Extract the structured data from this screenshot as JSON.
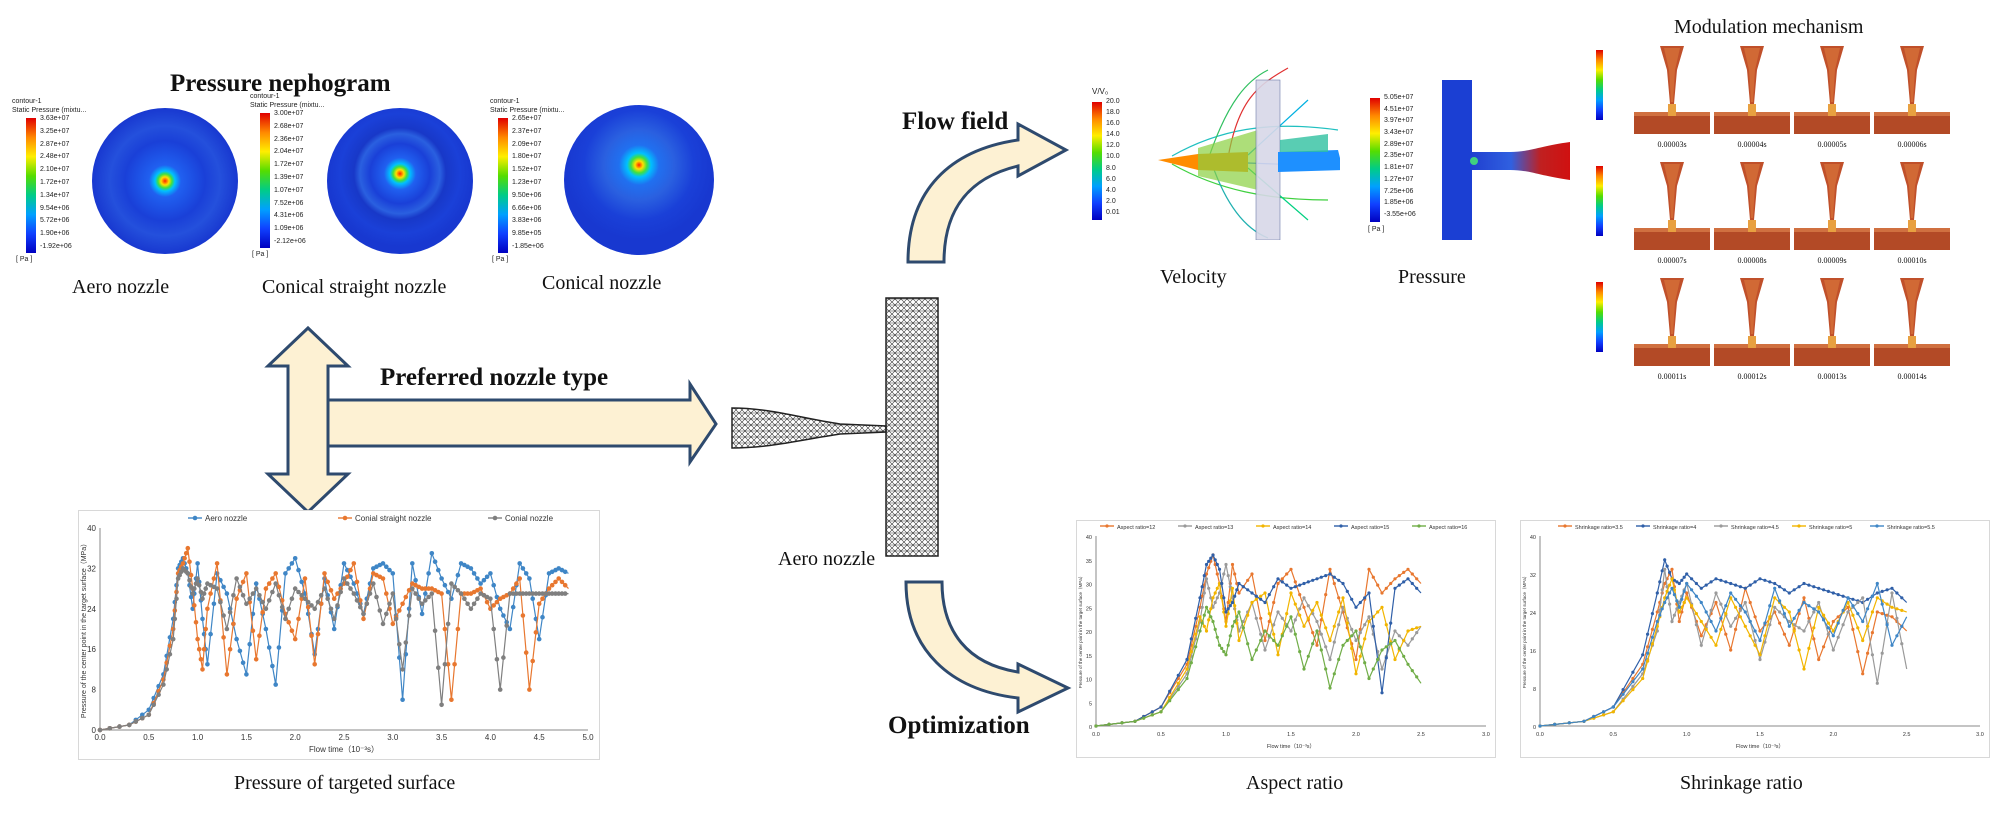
{
  "figure": {
    "pressure_nephogram_title": "Pressure nephogram",
    "preferred_nozzle_label": "Preferred nozzle type",
    "flow_field_label": "Flow field",
    "optimization_label": "Optimization",
    "aero_nozzle_center_label": "Aero nozzle",
    "velocity_caption": "Velocity",
    "pressure_caption": "Pressure",
    "modulation_title": "Modulation mechanism",
    "pressure_surface_caption": "Pressure of targeted surface",
    "aspect_ratio_caption": "Aspect ratio",
    "shrinkage_ratio_caption": "Shrinkage ratio"
  },
  "nephograms": [
    {
      "caption": "Aero nozzle",
      "legend_title": "contour-1",
      "legend_sub": "Static Pressure (mixtu...",
      "unit": "[ Pa ]",
      "values": [
        "3.63e+07",
        "3.25e+07",
        "2.87e+07",
        "2.48e+07",
        "2.10e+07",
        "1.72e+07",
        "1.34e+07",
        "9.54e+06",
        "5.72e+06",
        "1.90e+06",
        "-1.92e+06"
      ]
    },
    {
      "caption": "Conical straight nozzle",
      "legend_title": "contour-1",
      "legend_sub": "Static Pressure (mixtu...",
      "unit": "[ Pa ]",
      "values": [
        "3.00e+07",
        "2.68e+07",
        "2.36e+07",
        "2.04e+07",
        "1.72e+07",
        "1.39e+07",
        "1.07e+07",
        "7.52e+06",
        "4.31e+06",
        "1.09e+06",
        "-2.12e+06"
      ]
    },
    {
      "caption": "Conical nozzle",
      "legend_title": "contour-1",
      "legend_sub": "Static Pressure (mixtu...",
      "unit": "[ Pa ]",
      "values": [
        "2.65e+07",
        "2.37e+07",
        "2.09e+07",
        "1.80e+07",
        "1.52e+07",
        "1.23e+07",
        "9.50e+06",
        "6.66e+06",
        "3.83e+06",
        "9.85e+05",
        "-1.85e+06"
      ]
    }
  ],
  "velocity_legend": {
    "title": "V/V₀",
    "values": [
      "20.0",
      "18.0",
      "16.0",
      "14.0",
      "12.0",
      "10.0",
      "8.0",
      "6.0",
      "4.0",
      "2.0",
      "0.01"
    ]
  },
  "pressure_legend": {
    "unit": "[ Pa ]",
    "values": [
      "5.05e+07",
      "4.51e+07",
      "3.97e+07",
      "3.43e+07",
      "2.89e+07",
      "2.35e+07",
      "1.81e+07",
      "1.27e+07",
      "7.25e+06",
      "1.85e+06",
      "-3.55e+06"
    ]
  },
  "modulation_times": [
    [
      "0.00003s",
      "0.00004s",
      "0.00005s",
      "0.00006s"
    ],
    [
      "0.00007s",
      "0.00008s",
      "0.00009s",
      "0.00010s"
    ],
    [
      "0.00011s",
      "0.00012s",
      "0.00013s",
      "0.00014s"
    ]
  ],
  "chart_data": [
    {
      "type": "line",
      "name": "pressure_targeted_surface",
      "xlabel": "Flow time（10⁻³s）",
      "ylabel": "Pressure of the center point in the target surface（MPa）",
      "xlim": [
        0,
        5
      ],
      "ylim": [
        0,
        40
      ],
      "xticks": [
        "0.0",
        "0.5",
        "1.0",
        "1.5",
        "2.0",
        "2.5",
        "3.0",
        "3.5",
        "4.0",
        "4.5",
        "5.0"
      ],
      "yticks": [
        "0",
        "8",
        "16",
        "24",
        "32",
        "40"
      ],
      "series": [
        {
          "name": "Aero nozzle",
          "color": "#3f86c6",
          "x": [
            0,
            0.3,
            0.5,
            0.65,
            0.75,
            0.8,
            0.85,
            0.9,
            0.95,
            1.0,
            1.05,
            1.1,
            1.2,
            1.3,
            1.4,
            1.5,
            1.6,
            1.7,
            1.8,
            1.9,
            2.0,
            2.1,
            2.2,
            2.3,
            2.4,
            2.5,
            2.6,
            2.7,
            2.8,
            2.9,
            3.0,
            3.1,
            3.2,
            3.3,
            3.4,
            3.5,
            3.6,
            3.7,
            3.8,
            3.9,
            4.0,
            4.1,
            4.2,
            4.3,
            4.4,
            4.5,
            4.6,
            4.7,
            4.8
          ],
          "y": [
            0,
            1,
            4,
            11,
            22,
            32,
            34,
            31,
            24,
            33,
            22,
            13,
            31,
            27,
            18,
            11,
            29,
            20,
            9,
            31,
            34,
            27,
            15,
            30,
            20,
            33,
            29,
            23,
            32,
            33,
            31,
            6,
            33,
            23,
            35,
            30,
            26,
            33,
            32,
            29,
            31,
            24,
            20,
            33,
            30,
            18,
            31,
            32,
            31
          ]
        },
        {
          "name": "Conial straight nozzle",
          "color": "#e8772f",
          "x": [
            0,
            0.3,
            0.5,
            0.65,
            0.75,
            0.8,
            0.85,
            0.9,
            0.95,
            1.0,
            1.05,
            1.1,
            1.2,
            1.3,
            1.4,
            1.5,
            1.6,
            1.7,
            1.8,
            1.9,
            2.0,
            2.1,
            2.2,
            2.3,
            2.4,
            2.5,
            2.6,
            2.7,
            2.8,
            2.9,
            3.0,
            3.1,
            3.2,
            3.3,
            3.4,
            3.5,
            3.6,
            3.7,
            3.8,
            3.9,
            4.0,
            4.1,
            4.2,
            4.3,
            4.4,
            4.5,
            4.6,
            4.7,
            4.8
          ],
          "y": [
            0,
            1,
            3,
            10,
            20,
            31,
            33,
            36,
            28,
            18,
            12,
            24,
            33,
            11,
            26,
            31,
            14,
            28,
            31,
            23,
            18,
            30,
            13,
            31,
            26,
            29,
            33,
            22,
            31,
            30,
            21,
            25,
            29,
            28,
            28,
            27,
            6,
            27,
            27,
            28,
            24,
            26,
            27,
            30,
            8,
            25,
            28,
            30,
            28
          ]
        },
        {
          "name": "Conial nozzle",
          "color": "#7f7f7f",
          "x": [
            0,
            0.3,
            0.5,
            0.65,
            0.75,
            0.8,
            0.85,
            0.9,
            0.95,
            1.0,
            1.05,
            1.1,
            1.2,
            1.3,
            1.4,
            1.5,
            1.6,
            1.7,
            1.8,
            1.9,
            2.0,
            2.1,
            2.2,
            2.3,
            2.4,
            2.5,
            2.6,
            2.7,
            2.8,
            2.9,
            3.0,
            3.1,
            3.2,
            3.3,
            3.4,
            3.5,
            3.6,
            3.7,
            3.8,
            3.9,
            4.0,
            4.1,
            4.2,
            4.3,
            4.4,
            4.5,
            4.6,
            4.7,
            4.8
          ],
          "y": [
            0,
            1,
            3,
            9,
            18,
            30,
            32,
            31,
            27,
            30,
            26,
            29,
            28,
            20,
            30,
            25,
            28,
            24,
            29,
            22,
            28,
            26,
            24,
            28,
            22,
            30,
            27,
            23,
            29,
            21,
            27,
            12,
            28,
            25,
            27,
            5,
            29,
            27,
            24,
            27,
            26,
            8,
            27,
            27,
            27,
            27,
            27,
            27,
            27
          ]
        }
      ]
    },
    {
      "type": "line",
      "name": "aspect_ratio",
      "xlabel": "Flow time（10⁻³s）",
      "ylabel": "Pressure of the center point in the target surface（MPa）",
      "xlim": [
        0,
        3
      ],
      "ylim": [
        0,
        40
      ],
      "xticks": [
        "0.0",
        "0.5",
        "1.0",
        "1.5",
        "2.0",
        "2.5",
        "3.0"
      ],
      "yticks": [
        "0",
        "5",
        "10",
        "15",
        "20",
        "25",
        "30",
        "35",
        "40"
      ],
      "series": [
        {
          "name": "Aspect ratio=12",
          "color": "#e8772f",
          "x": [
            0,
            0.3,
            0.5,
            0.7,
            0.8,
            0.85,
            0.9,
            0.95,
            1.0,
            1.05,
            1.1,
            1.2,
            1.3,
            1.4,
            1.5,
            1.6,
            1.7,
            1.8,
            1.9,
            2.0,
            2.1,
            2.2,
            2.3,
            2.4,
            2.5
          ],
          "y": [
            0,
            1,
            4,
            13,
            25,
            32,
            36,
            30,
            22,
            34,
            28,
            32,
            18,
            30,
            33,
            25,
            17,
            33,
            24,
            14,
            33,
            28,
            31,
            33,
            30
          ]
        },
        {
          "name": "Aspect ratio=13",
          "color": "#9a9a9a",
          "x": [
            0,
            0.3,
            0.5,
            0.7,
            0.8,
            0.85,
            0.9,
            0.95,
            1.0,
            1.05,
            1.1,
            1.2,
            1.3,
            1.4,
            1.5,
            1.6,
            1.7,
            1.8,
            1.9,
            2.0,
            2.1,
            2.2,
            2.3,
            2.4,
            2.5
          ],
          "y": [
            0,
            1,
            3,
            11,
            22,
            31,
            25,
            28,
            34,
            27,
            20,
            26,
            16,
            24,
            20,
            27,
            22,
            14,
            25,
            18,
            23,
            12,
            20,
            17,
            21
          ]
        },
        {
          "name": "Aspect ratio=14",
          "color": "#f2b500",
          "x": [
            0,
            0.3,
            0.5,
            0.7,
            0.8,
            0.85,
            0.9,
            0.95,
            1.0,
            1.05,
            1.1,
            1.2,
            1.3,
            1.4,
            1.5,
            1.6,
            1.7,
            1.8,
            1.9,
            2.0,
            2.1,
            2.2,
            2.3,
            2.4,
            2.5
          ],
          "y": [
            0,
            1,
            3,
            12,
            23,
            20,
            27,
            30,
            21,
            29,
            18,
            26,
            28,
            15,
            28,
            21,
            26,
            18,
            27,
            11,
            22,
            25,
            14,
            20,
            21
          ]
        },
        {
          "name": "Aspect ratio=15",
          "color": "#2f5fa8",
          "x": [
            0,
            0.3,
            0.5,
            0.7,
            0.8,
            0.85,
            0.9,
            0.95,
            1.0,
            1.05,
            1.1,
            1.2,
            1.3,
            1.4,
            1.5,
            1.6,
            1.7,
            1.8,
            1.9,
            2.0,
            2.1,
            2.2,
            2.3,
            2.4,
            2.5
          ],
          "y": [
            0,
            1,
            4,
            14,
            27,
            34,
            36,
            33,
            24,
            26,
            30,
            28,
            26,
            31,
            29,
            30,
            31,
            32,
            30,
            25,
            28,
            7,
            29,
            31,
            28
          ]
        },
        {
          "name": "Aspect ratio=16",
          "color": "#70ad47",
          "x": [
            0,
            0.3,
            0.5,
            0.7,
            0.8,
            0.85,
            0.9,
            0.95,
            1.0,
            1.05,
            1.1,
            1.2,
            1.3,
            1.4,
            1.5,
            1.6,
            1.7,
            1.8,
            1.9,
            2.0,
            2.1,
            2.2,
            2.3,
            2.4,
            2.5
          ],
          "y": [
            0,
            1,
            3,
            10,
            20,
            25,
            22,
            17,
            15,
            21,
            24,
            14,
            20,
            17,
            23,
            12,
            20,
            8,
            17,
            20,
            10,
            16,
            18,
            13,
            9
          ]
        }
      ]
    },
    {
      "type": "line",
      "name": "shrinkage_ratio",
      "xlabel": "Flow time（10⁻³s）",
      "ylabel": "Pressure of the center point in the target surface（MPa）",
      "xlim": [
        0,
        3
      ],
      "ylim": [
        0,
        40
      ],
      "xticks": [
        "0.0",
        "0.5",
        "1.0",
        "1.5",
        "2.0",
        "2.5",
        "3.0"
      ],
      "yticks": [
        "0",
        "8",
        "16",
        "24",
        "32",
        "40"
      ],
      "series": [
        {
          "name": "Shrinkage ratio=3.5",
          "color": "#e8772f",
          "x": [
            0,
            0.3,
            0.5,
            0.7,
            0.8,
            0.85,
            0.9,
            0.95,
            1.0,
            1.1,
            1.2,
            1.3,
            1.4,
            1.5,
            1.6,
            1.7,
            1.8,
            1.9,
            2.0,
            2.1,
            2.2,
            2.3,
            2.4,
            2.5
          ],
          "y": [
            0,
            1,
            4,
            13,
            24,
            30,
            33,
            22,
            28,
            19,
            26,
            16,
            29,
            20,
            24,
            17,
            27,
            14,
            22,
            25,
            11,
            24,
            23,
            20
          ]
        },
        {
          "name": "Shrinkage ratio=4",
          "color": "#2f5fa8",
          "x": [
            0,
            0.3,
            0.5,
            0.7,
            0.8,
            0.85,
            0.9,
            0.95,
            1.0,
            1.1,
            1.2,
            1.3,
            1.4,
            1.5,
            1.6,
            1.7,
            1.8,
            1.9,
            2.0,
            2.1,
            2.2,
            2.3,
            2.4,
            2.5
          ],
          "y": [
            0,
            1,
            4,
            15,
            28,
            35,
            31,
            30,
            32,
            29,
            31,
            30,
            29,
            31,
            30,
            28,
            30,
            29,
            28,
            27,
            26,
            28,
            29,
            26
          ]
        },
        {
          "name": "Shrinkage ratio=4.5",
          "color": "#9a9a9a",
          "x": [
            0,
            0.3,
            0.5,
            0.7,
            0.8,
            0.85,
            0.9,
            0.95,
            1.0,
            1.1,
            1.2,
            1.3,
            1.4,
            1.5,
            1.6,
            1.7,
            1.8,
            1.9,
            2.0,
            2.1,
            2.2,
            2.3,
            2.4,
            2.5
          ],
          "y": [
            0,
            1,
            3,
            11,
            20,
            33,
            22,
            26,
            30,
            17,
            28,
            21,
            26,
            14,
            25,
            22,
            20,
            26,
            16,
            24,
            27,
            9,
            28,
            12
          ]
        },
        {
          "name": "Shrinkage ratio=5",
          "color": "#f2b500",
          "x": [
            0,
            0.3,
            0.5,
            0.7,
            0.8,
            0.85,
            0.9,
            0.95,
            1.0,
            1.1,
            1.2,
            1.3,
            1.4,
            1.5,
            1.6,
            1.7,
            1.8,
            1.9,
            2.0,
            2.1,
            2.2,
            2.3,
            2.4,
            2.5
          ],
          "y": [
            0,
            1,
            3,
            10,
            21,
            27,
            31,
            24,
            27,
            22,
            17,
            27,
            21,
            15,
            27,
            24,
            12,
            25,
            20,
            26,
            18,
            27,
            25,
            24
          ]
        },
        {
          "name": "Shrinkage ratio=5.5",
          "color": "#3f86c6",
          "x": [
            0,
            0.3,
            0.5,
            0.7,
            0.8,
            0.85,
            0.9,
            0.95,
            1.0,
            1.1,
            1.2,
            1.3,
            1.4,
            1.5,
            1.6,
            1.7,
            1.8,
            1.9,
            2.0,
            2.1,
            2.2,
            2.3,
            2.4,
            2.5
          ],
          "y": [
            0,
            1,
            4,
            12,
            22,
            26,
            29,
            25,
            30,
            26,
            20,
            28,
            24,
            18,
            29,
            21,
            26,
            24,
            19,
            27,
            22,
            30,
            17,
            23
          ]
        }
      ]
    }
  ]
}
